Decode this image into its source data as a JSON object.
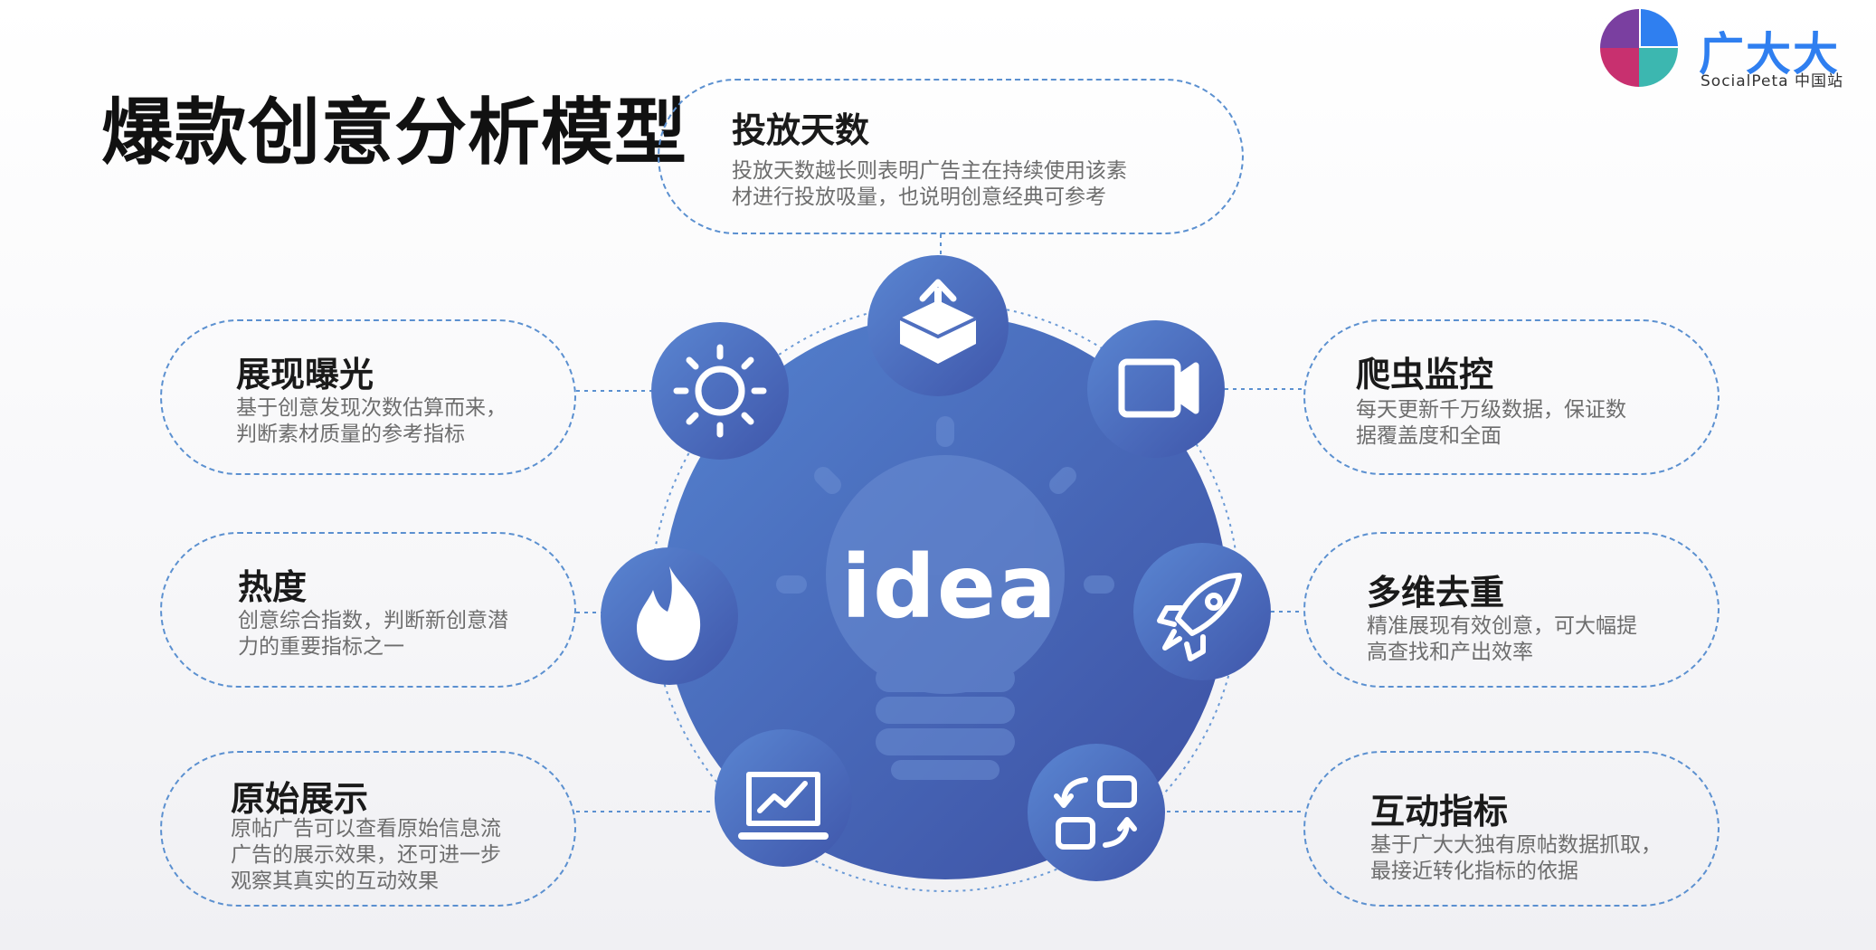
{
  "page": {
    "title": "爆款创意分析模型"
  },
  "logo": {
    "name_cn": "广大大",
    "name_en": "SocialPeta 中国站"
  },
  "center": {
    "label": "idea"
  },
  "features": [
    {
      "title": "投放天数",
      "desc_lines": [
        "投放天数越长则表明广告主在持续使用该素",
        "材进行投放吸量，也说明创意经典可参考"
      ],
      "icon": "upload-box-icon"
    },
    {
      "title": "展现曝光",
      "desc_lines": [
        "基于创意发现次数估算而来，",
        "判断素材质量的参考指标"
      ],
      "icon": "sun-icon"
    },
    {
      "title": "爬虫监控",
      "desc_lines": [
        "每天更新千万级数据，保证数",
        "据覆盖度和全面"
      ],
      "icon": "video-camera-icon"
    },
    {
      "title": "热度",
      "desc_lines": [
        "创意综合指数，判断新创意潜",
        "力的重要指标之一"
      ],
      "icon": "fire-icon"
    },
    {
      "title": "多维去重",
      "desc_lines": [
        "精准展现有效创意，可大幅提",
        "高查找和产出效率"
      ],
      "icon": "rocket-icon"
    },
    {
      "title": "原始展示",
      "desc_lines": [
        "原帖广告可以查看原始信息流",
        "广告的展示效果，还可进一步",
        "观察其真实的互动效果"
      ],
      "icon": "chart-monitor-icon"
    },
    {
      "title": "互动指标",
      "desc_lines": [
        "基于广大大独有原帖数据抓取，",
        "最接近转化指标的依据"
      ],
      "icon": "swap-squares-icon"
    }
  ],
  "colors": {
    "accent_blue": "#2f7ff0",
    "circle_light": "#4f78c8",
    "circle_dark": "#3f55a8",
    "dash_border": "#5b90d0"
  }
}
